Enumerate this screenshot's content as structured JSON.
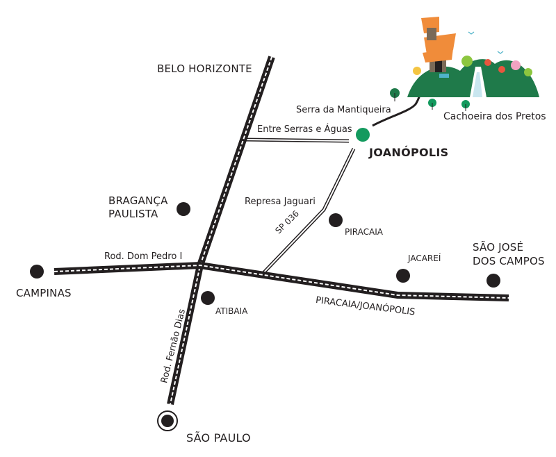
{
  "colors": {
    "road": "#231f20",
    "accent": "#139a5e",
    "hill": "#1f7a4a",
    "roof": "#f08c3a",
    "water": "#c9e6ef"
  },
  "cities": {
    "belo_horizonte": "BELO HORIZONTE",
    "braganca": "BRAGANÇA\nPAULISTA",
    "campinas": "CAMPINAS",
    "atibaia": "ATIBAIA",
    "piracaia": "PIRACAIA",
    "jacarei": "JACAREÍ",
    "sao_jose": "SÃO JOSÉ\nDOS CAMPOS",
    "sao_paulo": "SÃO PAULO",
    "joanopolis": "JOANÓPOLIS"
  },
  "roads": {
    "entre_serras": "Entre Serras e Águas",
    "dom_pedro": "Rod. Dom Pedro I",
    "represa": "Represa Jaguari",
    "sp036": "SP 036",
    "piracaia_joanopolis": "PIRACAIA/JOANÓPOLIS",
    "fernao_dias": "Rod. Fernão Dias"
  },
  "landmarks": {
    "serra": "Serra da Mantiqueira",
    "cachoeira": "Cachoeira dos Pretos"
  }
}
